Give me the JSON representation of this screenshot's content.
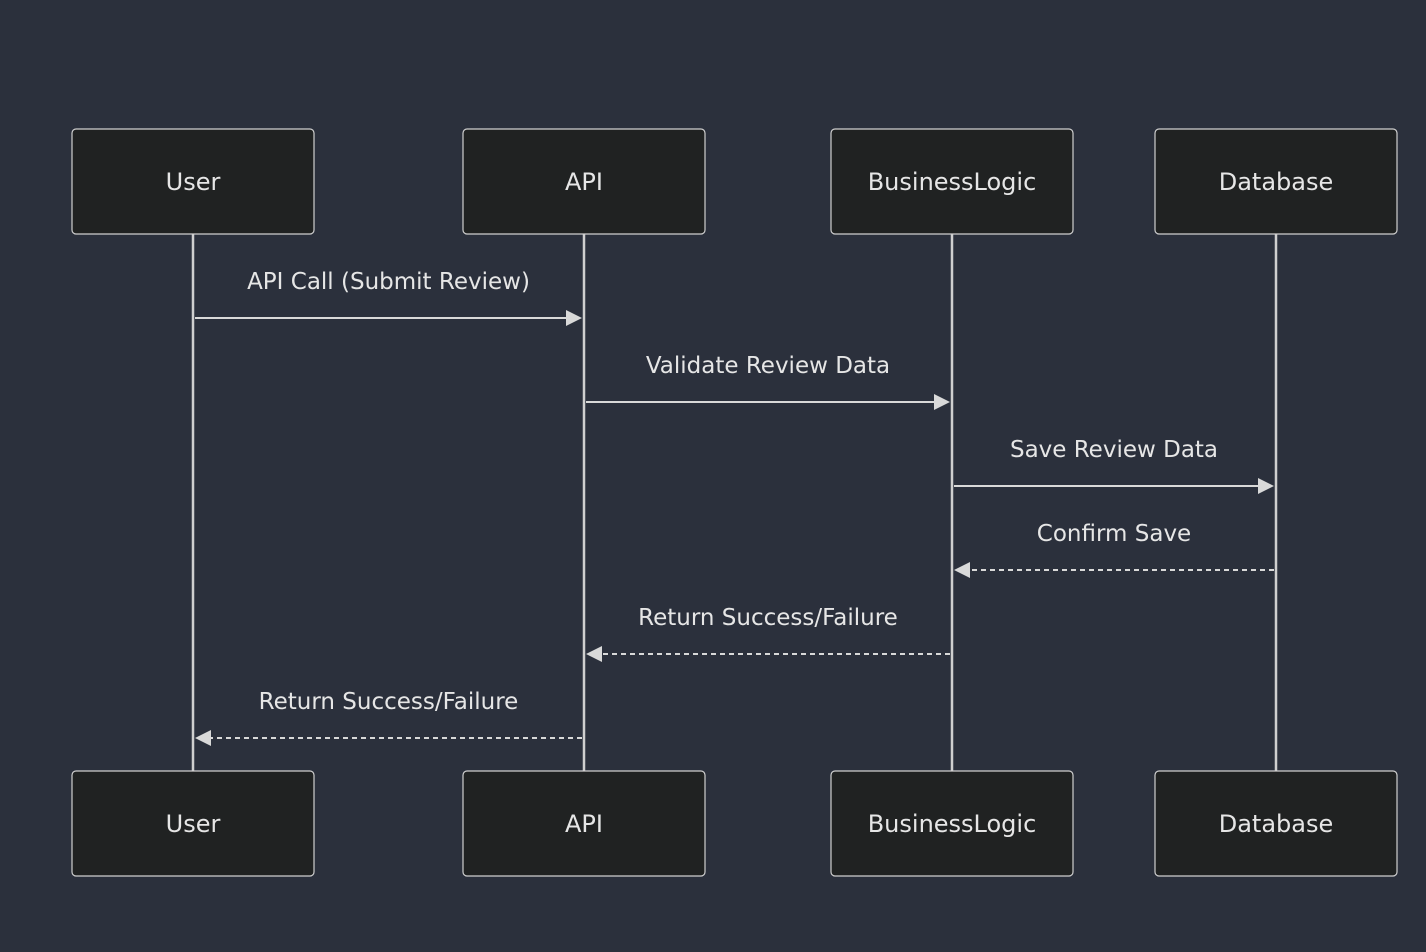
{
  "actors": [
    {
      "id": "user",
      "label": "User"
    },
    {
      "id": "api",
      "label": "API"
    },
    {
      "id": "business",
      "label": "BusinessLogic"
    },
    {
      "id": "database",
      "label": "Database"
    }
  ],
  "messages": [
    {
      "from": 0,
      "to": 1,
      "label": "API Call (Submit Review)",
      "style": "solid"
    },
    {
      "from": 1,
      "to": 2,
      "label": "Validate Review Data",
      "style": "solid"
    },
    {
      "from": 2,
      "to": 3,
      "label": "Save Review Data",
      "style": "solid"
    },
    {
      "from": 3,
      "to": 2,
      "label": "Confirm Save",
      "style": "dashed"
    },
    {
      "from": 2,
      "to": 1,
      "label": "Return Success/Failure",
      "style": "dashed"
    },
    {
      "from": 1,
      "to": 0,
      "label": "Return Success/Failure",
      "style": "dashed"
    }
  ],
  "colors": {
    "background": "#2b303c",
    "actor_fill": "#202222",
    "line": "#d9d9d9",
    "text": "#e6e6e6"
  }
}
